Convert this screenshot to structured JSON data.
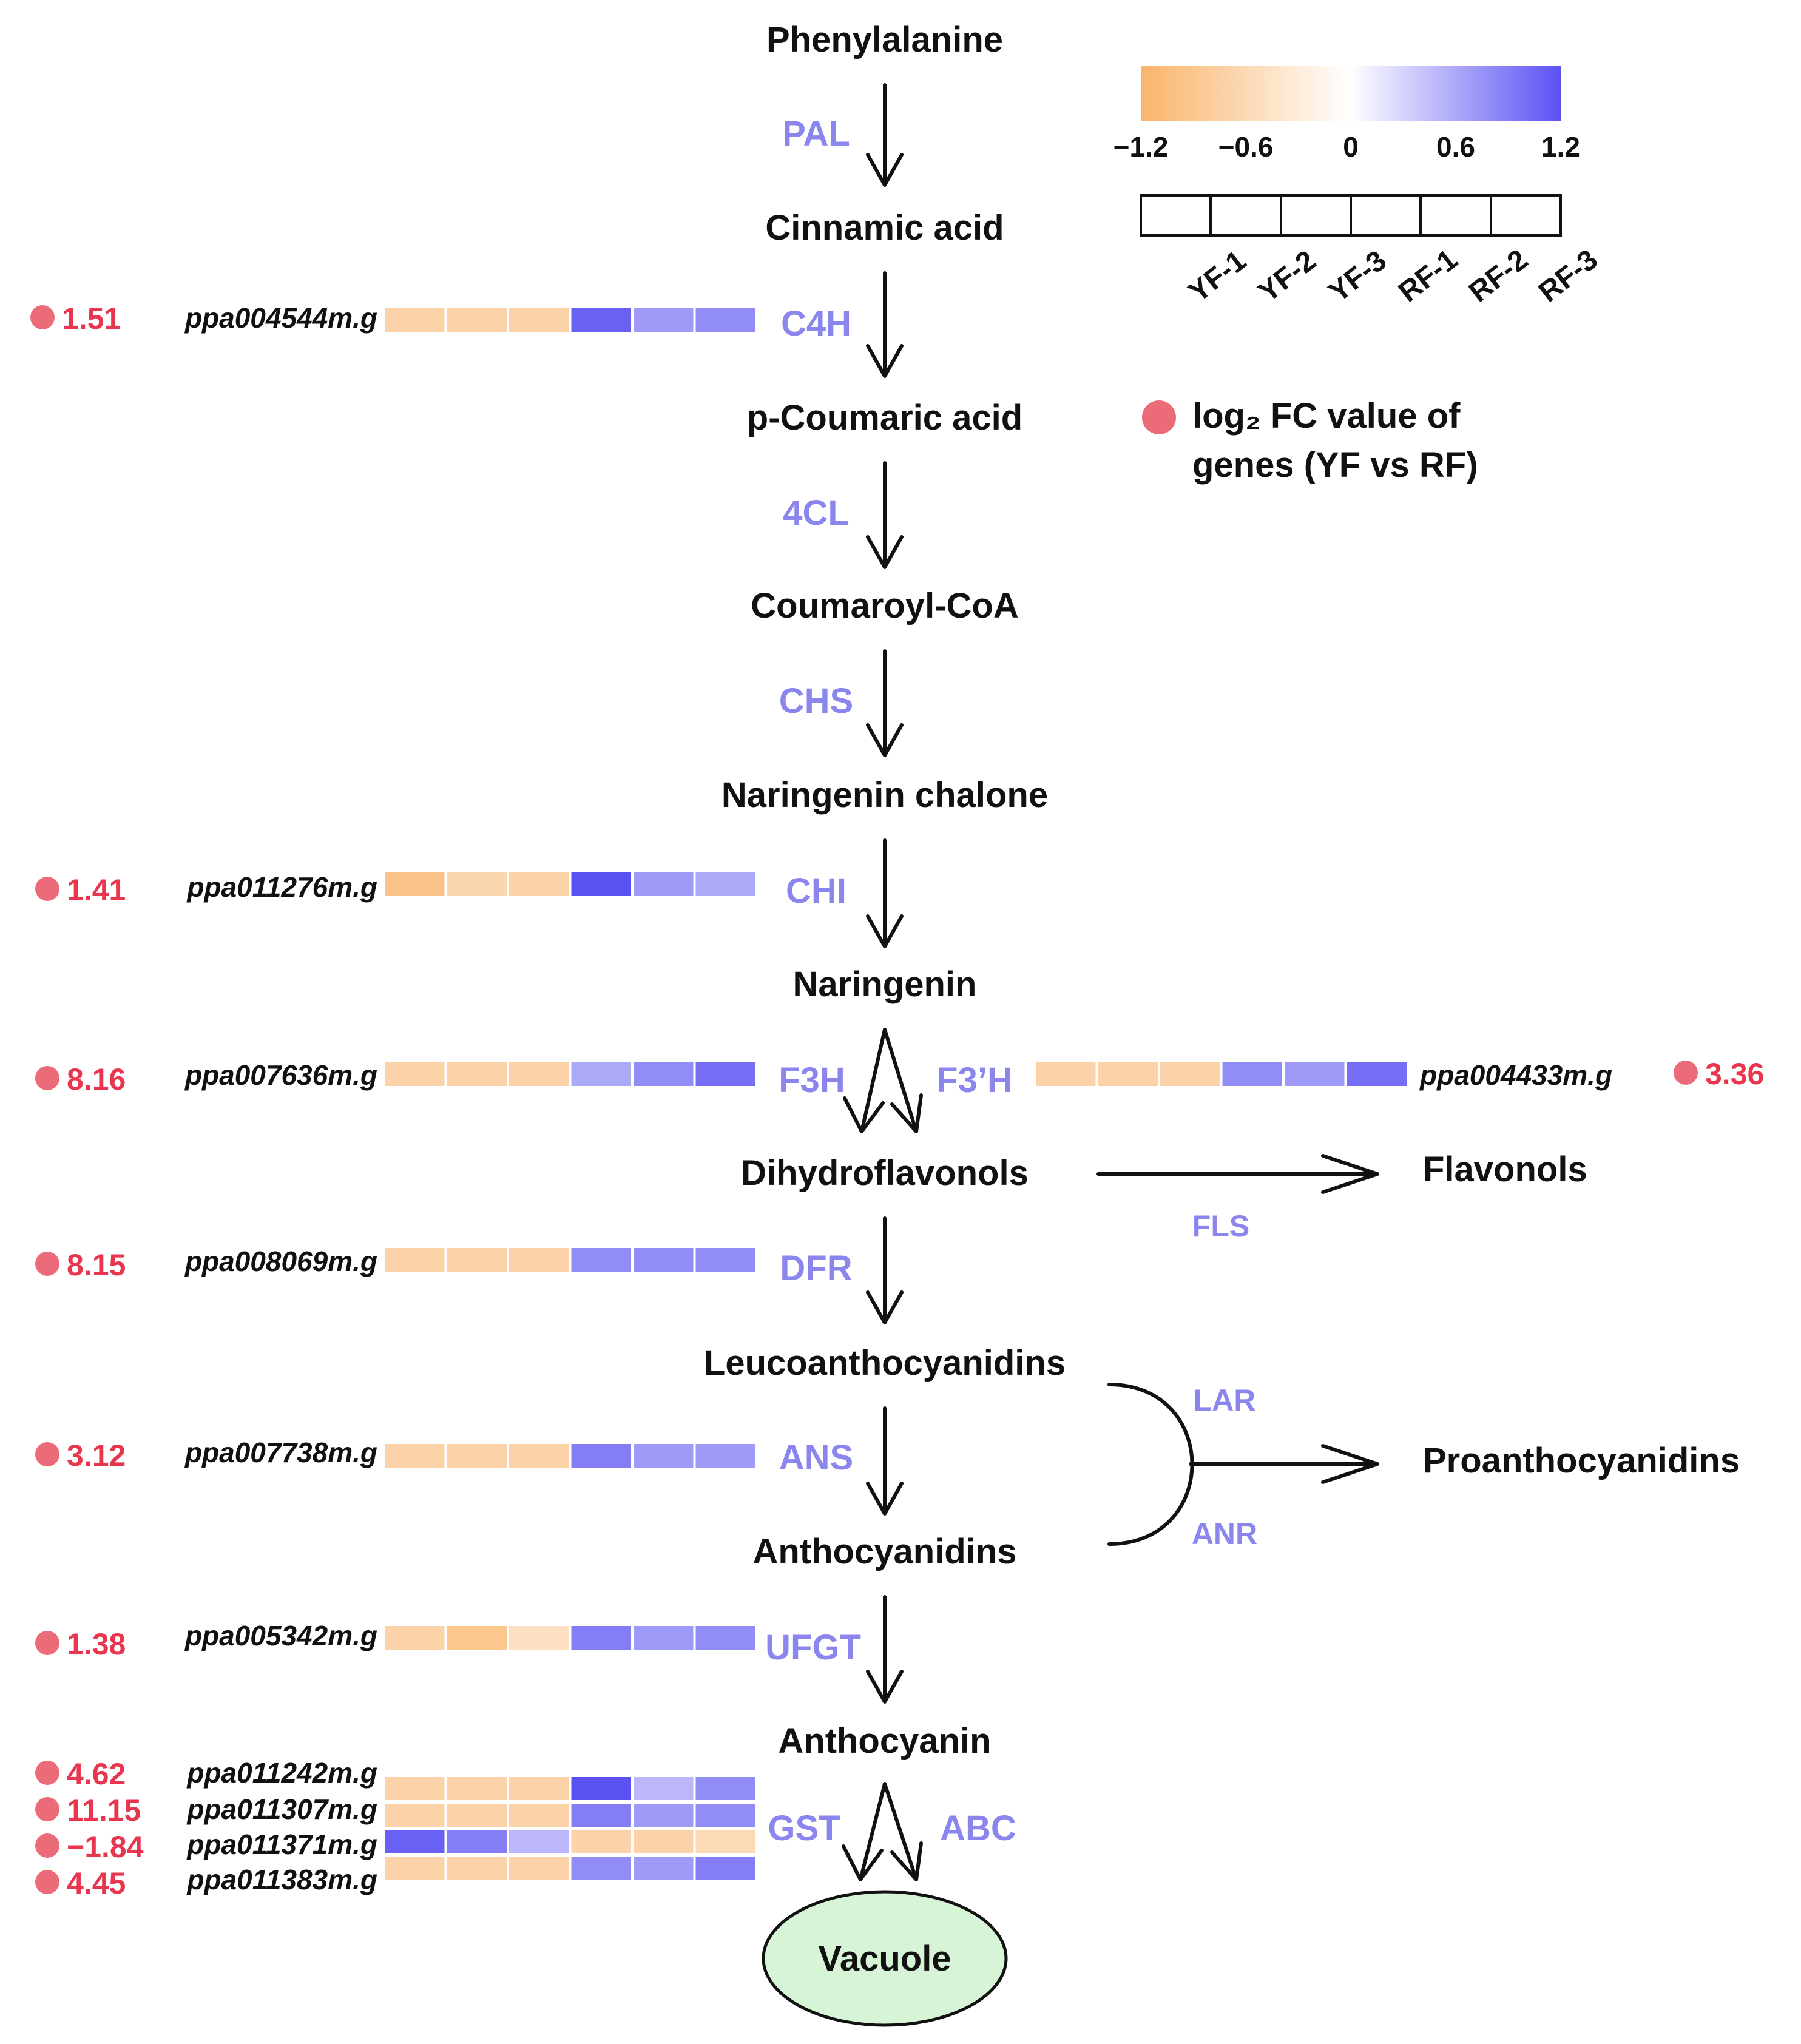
{
  "metabolites": [
    "Phenylalanine",
    "Cinnamic acid",
    "p-Coumaric acid",
    "Coumaroyl-CoA",
    "Naringenin chalone",
    "Naringenin",
    "Dihydroflavonols",
    "Leucoanthocyanidins",
    "Anthocyanidins",
    "Anthocyanin"
  ],
  "side_products": {
    "flavonols": "Flavonols",
    "proanthocyanidins": "Proanthocyanidins",
    "vacuole": "Vacuole"
  },
  "enzymes": {
    "PAL": "PAL",
    "C4H": "C4H",
    "4CL": "4CL",
    "CHS": "CHS",
    "CHI": "CHI",
    "F3H": "F3H",
    "F3pH": "F3’H",
    "DFR": "DFR",
    "ANS": "ANS",
    "UFGT": "UFGT",
    "GST": "GST",
    "ABC": "ABC",
    "FLS": "FLS",
    "LAR": "LAR",
    "ANR": "ANR"
  },
  "colorbar": {
    "ticks": [
      "−1.2",
      "−0.6",
      "0",
      "0.6",
      "1.2"
    ],
    "min": -1.2,
    "max": 1.2,
    "low_color": "#f9b46a",
    "mid_color": "#ffffff",
    "high_color": "#5b52f3"
  },
  "samples": [
    "YF-1",
    "YF-2",
    "YF-3",
    "RF-1",
    "RF-2",
    "RF-3"
  ],
  "legend": {
    "line1": "log₂ FC value of",
    "line2": "genes (YF vs RF)",
    "dot_color": "#ec6b78"
  },
  "genes": [
    {
      "id": "ppa004544m.g",
      "fc": "1.51",
      "values": [
        -0.7,
        -0.7,
        -0.7,
        1.1,
        0.7,
        0.8
      ]
    },
    {
      "id": "ppa011276m.g",
      "fc": "1.41",
      "values": [
        -0.95,
        -0.65,
        -0.7,
        1.2,
        0.7,
        0.6
      ]
    },
    {
      "id": "ppa007636m.g",
      "fc": "8.16",
      "values": [
        -0.7,
        -0.7,
        -0.7,
        0.6,
        0.8,
        1.0
      ]
    },
    {
      "id": "ppa004433m.g",
      "fc": "3.36",
      "values": [
        -0.7,
        -0.7,
        -0.7,
        0.8,
        0.7,
        1.0
      ]
    },
    {
      "id": "ppa008069m.g",
      "fc": "8.15",
      "values": [
        -0.7,
        -0.7,
        -0.7,
        0.8,
        0.8,
        0.8
      ]
    },
    {
      "id": "ppa007738m.g",
      "fc": "3.12",
      "values": [
        -0.7,
        -0.7,
        -0.7,
        0.9,
        0.7,
        0.7
      ]
    },
    {
      "id": "ppa005342m.g",
      "fc": "1.38",
      "values": [
        -0.7,
        -0.9,
        -0.5,
        0.9,
        0.7,
        0.8
      ]
    },
    {
      "id": "ppa011242m.g",
      "fc": "4.62",
      "values": [
        -0.7,
        -0.7,
        -0.7,
        1.2,
        0.5,
        0.8
      ]
    },
    {
      "id": "ppa011307m.g",
      "fc": "11.15",
      "values": [
        -0.7,
        -0.7,
        -0.7,
        0.9,
        0.7,
        0.8
      ]
    },
    {
      "id": "ppa011371m.g",
      "fc": "−1.84",
      "values": [
        1.1,
        0.9,
        0.5,
        -0.7,
        -0.7,
        -0.6
      ]
    },
    {
      "id": "ppa011383m.g",
      "fc": "4.45",
      "values": [
        -0.7,
        -0.7,
        -0.7,
        0.8,
        0.7,
        0.9
      ]
    }
  ]
}
